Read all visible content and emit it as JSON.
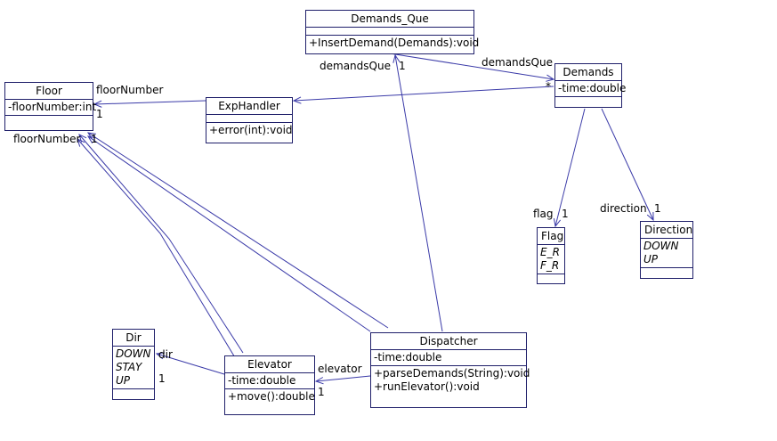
{
  "colors": {
    "line": "#3a3aa8",
    "border": "#1f1f6a",
    "background": "#ffffff"
  },
  "classes": {
    "demands_que": {
      "name": "Demands_Que",
      "attributes": [],
      "operations": [
        "+InsertDemand(Demands):void"
      ]
    },
    "demands": {
      "name": "Demands",
      "attributes": [
        "-time:double"
      ],
      "operations": []
    },
    "floor": {
      "name": "Floor",
      "attributes": [
        "-floorNumber:int"
      ],
      "operations": []
    },
    "exphandler": {
      "name": "ExpHandler",
      "attributes": [],
      "operations": [
        "+error(int):void"
      ]
    },
    "flag": {
      "name": "Flag",
      "literals": [
        "E_R",
        "F_R"
      ]
    },
    "direction": {
      "name": "Direction",
      "literals": [
        "DOWN",
        "UP"
      ]
    },
    "dir": {
      "name": "Dir",
      "literals": [
        "DOWN",
        "STAY",
        "UP"
      ]
    },
    "elevator": {
      "name": "Elevator",
      "attributes": [
        "-time:double"
      ],
      "operations": [
        "+move():double"
      ]
    },
    "dispatcher": {
      "name": "Dispatcher",
      "attributes": [
        "-time:double"
      ],
      "operations": [
        "+parseDemands(String):void",
        "+runElevator():void"
      ]
    }
  },
  "labels": {
    "demandsQue_role_left": "demandsQue",
    "demandsQue_mult_left": "1",
    "demandsQue_role_right": "demandsQue",
    "demands_mult": "*",
    "floorNumber_role": "floorNumber",
    "floorNumber_mult": "1",
    "floor_overlapped_roles": "floorNumber",
    "floor_overlapped_mult": "1",
    "flag_role": "flag",
    "flag_mult": "1",
    "direction_role": "direction",
    "direction_mult": "1",
    "dir_role": "dir",
    "dir_mult": "1",
    "elevator_role": "elevator",
    "elevator_mult": "1"
  }
}
